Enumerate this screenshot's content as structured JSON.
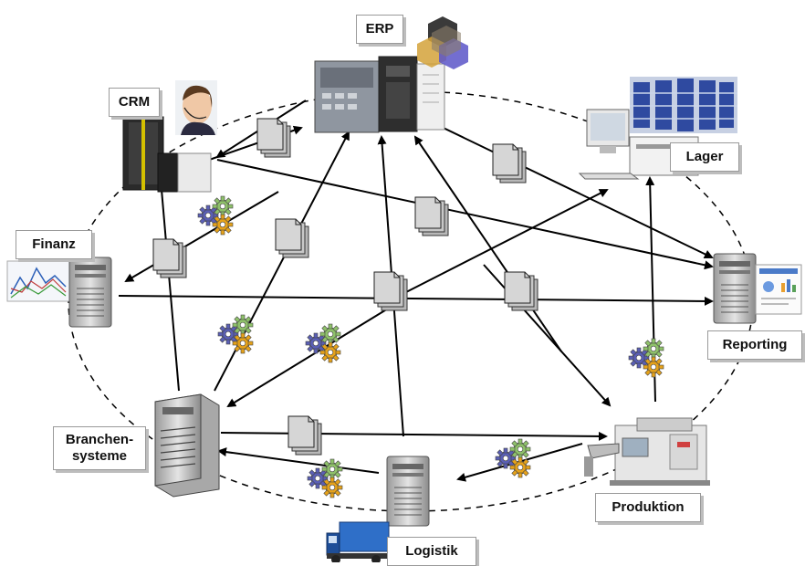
{
  "nodes": {
    "erp": "ERP",
    "crm": "CRM",
    "lager": "Lager",
    "finanz": "Finanz",
    "reporting": "Reporting",
    "branchen_line1": "Branchen-",
    "branchen_line2": "systeme",
    "produktion": "Produktion",
    "logistik": "Logistik"
  },
  "colors": {
    "arrow": "#000000",
    "dashed_ring": "#000000",
    "document": "#c8c8c8",
    "gear_blue": "#5a5fb5",
    "gear_green": "#8fc26a",
    "gear_orange": "#e6a21a",
    "label_border": "#9a9a9a"
  },
  "icons": [
    "server-tower-icon",
    "document-stack-icon",
    "gears-icon",
    "truck-icon",
    "monitor-icon",
    "warehouse-icon",
    "chart-icon",
    "machine-icon"
  ]
}
